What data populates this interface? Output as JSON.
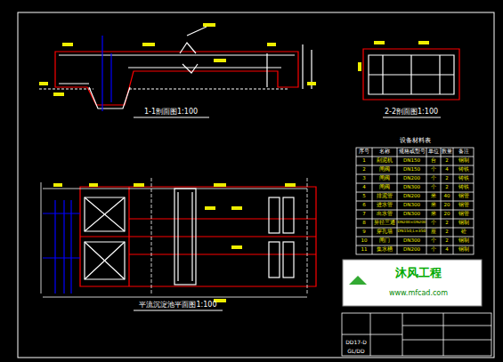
{
  "diagram": {
    "labels": [
      "1-1剖面图1:100",
      "2-2剖面图1:100",
      "设备材料表",
      "序号",
      "名称",
      "规格或型号",
      "单位",
      "数量",
      "备注",
      "1",
      "刮泥机",
      "DN150",
      "台",
      "2",
      "钢制",
      "2",
      "闸阀",
      "DN150",
      "个",
      "4",
      "铸铁",
      "3",
      "闸阀",
      "DN200",
      "个",
      "2",
      "铸铁",
      "4",
      "闸阀",
      "DN300",
      "个",
      "2",
      "铸铁",
      "5",
      "排泥管",
      "DN200",
      "米",
      "40",
      "钢管",
      "6",
      "进水管",
      "DN300",
      "米",
      "20",
      "钢管",
      "7",
      "出水管",
      "DN300",
      "米",
      "20",
      "钢管",
      "8",
      "异径三通",
      "DN200×DN200",
      "个",
      "2",
      "钢制",
      "9",
      "穿孔墙",
      "DN150,L=350",
      "座",
      "2",
      "砼",
      "10",
      "闸门",
      "DN300",
      "个",
      "2",
      "钢制",
      "11",
      "集水槽",
      "DN200",
      "个",
      "4",
      "钢制",
      "平流沉淀池平面图1:100",
      "沐风工程",
      "www.mfcad.com",
      "DD17-D",
      "GL/DD"
    ]
  }
}
